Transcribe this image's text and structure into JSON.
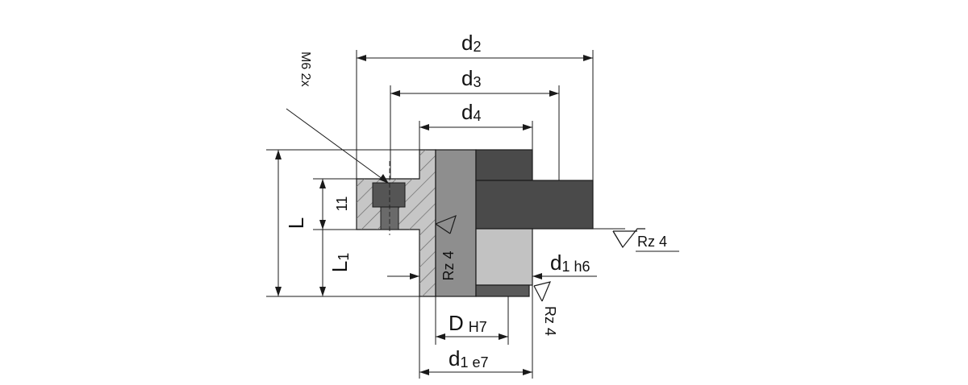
{
  "dimensions": {
    "d2": {
      "main": "d",
      "sub": "2"
    },
    "d3": {
      "main": "d",
      "sub": "3"
    },
    "d4": {
      "main": "d",
      "sub": "4"
    },
    "d1h6": {
      "main": "d",
      "sub": "1 h6"
    },
    "DH7": {
      "main": "D",
      "sub": "H7"
    },
    "d1e7": {
      "main": "d",
      "sub": "1 e7"
    },
    "L": "L",
    "L1": {
      "main": "L",
      "sub": "1"
    },
    "h11": "11"
  },
  "thread_callout": "M6 2x",
  "surface_finish": {
    "right": "Rz 4",
    "bottom": "Rz 4",
    "bore": "Rz 4"
  },
  "colors": {
    "background": "#ffffff",
    "light_part": "#bdbdbd",
    "mid_part": "#8e8e8e",
    "dark_part": "#4a4a4a",
    "lines": "#1a1a1a"
  }
}
